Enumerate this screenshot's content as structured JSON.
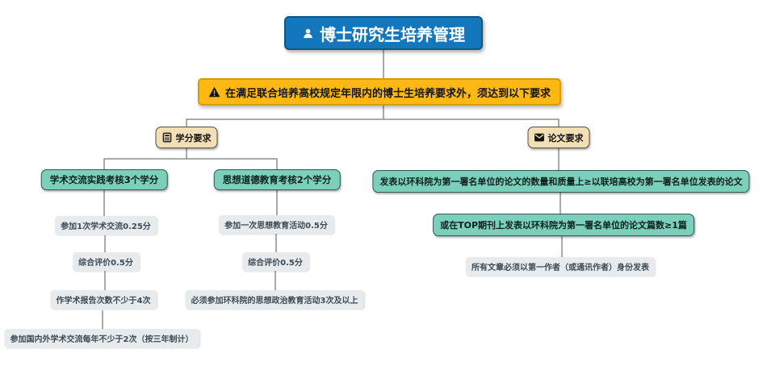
{
  "diagram": {
    "root": {
      "label": "博士研究生培养管理",
      "icon": "person-icon"
    },
    "notice": {
      "label": "在满足联合培养高校规定年限内的博士生培养要求外，须达到以下要求",
      "icon": "warning-icon"
    },
    "branches": {
      "credit": {
        "label": "学分要求",
        "icon": "calculator-icon",
        "children": [
          {
            "label": "学术交流实践考核3个学分",
            "steps": [
              "参加1次学术交流0.25分",
              "综合评价0.5分",
              "作学术报告次数不少于4次",
              "参加国内外学术交流每年不少于2次（按三年制计）"
            ]
          },
          {
            "label": "思想道德教育考核2个学分",
            "steps": [
              "参加一次思想教育活动0.5分",
              "综合评价0.5分",
              "必须参加环科院的思想政治教育活动3次及以上"
            ]
          }
        ]
      },
      "paper": {
        "label": "论文要求",
        "icon": "mail-icon",
        "rules": [
          "发表以环科院为第一署名单位的论文的数量和质量上≥以联培高校为第一署名单位发表的论文",
          "或在TOP期刊上发表以环科院为第一署名单位的论文篇数≥1篇"
        ],
        "note": "所有文章必须以第一作者（或通讯作者）身份发表"
      }
    },
    "colors": {
      "root_bg": "#1377BD",
      "root_border": "#0E5685",
      "notice_bg": "#FDB813",
      "notice_border": "#D89B05",
      "category_bg": "#F3DFB6",
      "category_border": "#54503F",
      "teal_bg": "#7BCFBB",
      "teal_border": "#33554F",
      "leaf_bg": "#E7EBEE",
      "leaf_text": "#3E4B55",
      "line": "#8E8E8E"
    }
  }
}
